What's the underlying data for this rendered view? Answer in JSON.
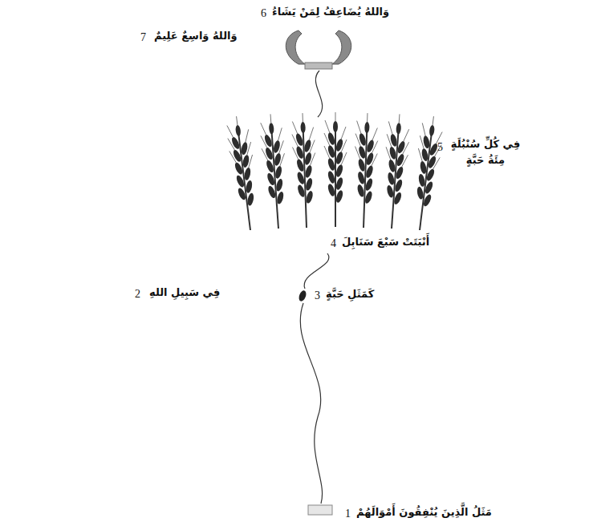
{
  "diagram": {
    "labels": [
      "1",
      "مَثَلُ الَّذِينَ يُنْفِقُونَ أَمْوَالَهُمْ",
      "2",
      "فِي سَبِيلِ اللهِ",
      "3",
      "كَمَثَلِ حَبَّةٍ",
      "4",
      "أَنْبَتَتْ سَبْعَ سَنَابِلَ",
      "5",
      "فِي كُلِّ سُنْبُلَةٍ مِئَةُ حَبَّةٍ",
      "6",
      "وَاللهُ يُضَاعِفُ لِمَنْ يَشَاءُ",
      "7",
      "وَاللهُ وَاسِعٌ عَلِيمٌ"
    ]
  }
}
